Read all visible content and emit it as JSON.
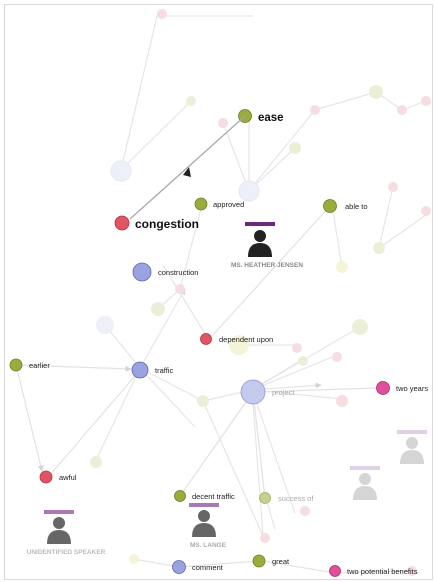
{
  "colors": {
    "green": "#9aac3c",
    "red": "#e05563",
    "blue": "#9aa2e0",
    "pink": "#e0509a",
    "purple": "#6a2a7a",
    "lilac": "#a87ab8",
    "speaker_dark": "#222222",
    "speaker_gray": "#555555"
  },
  "highlighted_edge": {
    "from": "ease",
    "to": "congestion"
  },
  "terms": [
    {
      "id": "ease",
      "label": "ease",
      "color": "green",
      "emphasis": "large"
    },
    {
      "id": "congestion",
      "label": "congestion",
      "color": "red",
      "emphasis": "large"
    },
    {
      "id": "approved",
      "label": "approved",
      "color": "green"
    },
    {
      "id": "construction",
      "label": "construction",
      "color": "blue"
    },
    {
      "id": "able_to",
      "label": "able to",
      "color": "green"
    },
    {
      "id": "dependent_upon",
      "label": "dependent upon",
      "color": "red"
    },
    {
      "id": "earlier",
      "label": "earlier",
      "color": "green"
    },
    {
      "id": "traffic",
      "label": "traffic",
      "color": "blue"
    },
    {
      "id": "project",
      "label": "project",
      "color": "blue",
      "faded": true
    },
    {
      "id": "two_years",
      "label": "two years",
      "color": "pink"
    },
    {
      "id": "awful",
      "label": "awful",
      "color": "red"
    },
    {
      "id": "decent_traffic",
      "label": "decent traffic",
      "color": "green"
    },
    {
      "id": "success_of",
      "label": "success of",
      "color": "green",
      "faded": true
    },
    {
      "id": "comment",
      "label": "comment",
      "color": "blue"
    },
    {
      "id": "great",
      "label": "great",
      "color": "green"
    },
    {
      "id": "two_potential_benefits",
      "label": "two potential benefits",
      "color": "pink"
    }
  ],
  "speakers": [
    {
      "id": "heather",
      "label": "MS. HEATHER JENSEN",
      "icon": "person-silhouette-icon",
      "bar_color": "purple",
      "faded": false
    },
    {
      "id": "unidentified",
      "label": "UNIDENTIFIED SPEAKER",
      "icon": "person-silhouette-icon",
      "bar_color": "lilac",
      "faded": false
    },
    {
      "id": "lange",
      "label": "MS. LANGE",
      "icon": "person-silhouette-icon",
      "bar_color": "lilac",
      "faded": false
    },
    {
      "id": "ghost1",
      "label": "",
      "icon": "person-silhouette-icon",
      "bar_color": "lilac",
      "faded": true
    },
    {
      "id": "ghost2",
      "label": "",
      "icon": "person-silhouette-icon",
      "bar_color": "lilac",
      "faded": true
    }
  ]
}
